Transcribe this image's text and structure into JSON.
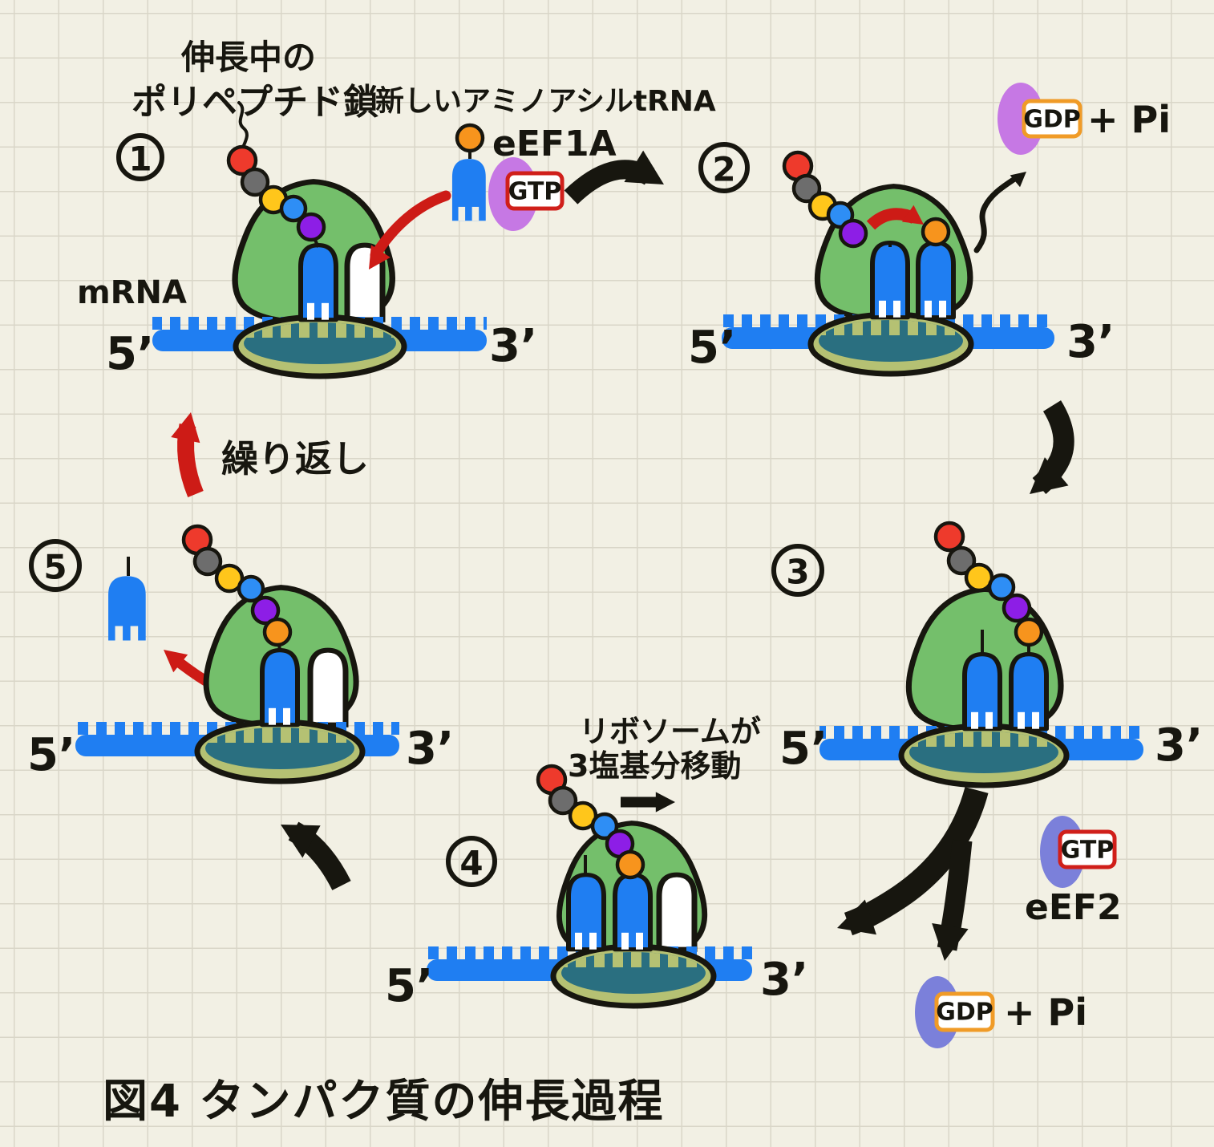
{
  "figure": {
    "caption": "図4 タンパク質の伸長過程",
    "background": "#f2f0e4",
    "grid_color": "#d9d6c8"
  },
  "shared": {
    "mrna_label": "mRNA",
    "five_prime": "5’",
    "three_prime": "3’"
  },
  "steps": [
    {
      "number": "1",
      "annotations": {
        "polypeptide_line1": "伸長中の",
        "polypeptide_line2": "ポリペプチド鎖",
        "new_aminoacyl_trna": "新しいアミノアシルtRNA",
        "factor": "eEF1A",
        "gtp": "GTP"
      }
    },
    {
      "number": "2",
      "annotations": {
        "gdp": "GDP",
        "plus_pi": "+ Pi"
      }
    },
    {
      "number": "3",
      "annotations": {}
    },
    {
      "number": "4",
      "annotations": {
        "move_line1": "リボソームが",
        "move_line2": "3塩基分移動"
      }
    },
    {
      "number": "5",
      "annotations": {
        "repeat": "繰り返し"
      }
    }
  ],
  "eef2_panel": {
    "factor": "eEF2",
    "gtp": "GTP",
    "gdp": "GDP",
    "plus_pi": "+ Pi"
  },
  "colors": {
    "ribosome_large_subunit": "#74bf6b",
    "ribosome_small_subunit_rim": "#b5c173",
    "ribosome_small_subunit_core": "#2a6f80",
    "mrna": "#1f7ef2",
    "trna": "#1f7ef2",
    "amino_acid_chain": [
      "#ee3a2c",
      "#6d6d6d",
      "#ffc61b",
      "#2e8ef5",
      "#8d1ee6",
      "#f7941d"
    ],
    "eef1a": "#c678e4",
    "eef2": "#7b80da",
    "gtp_box": "#d01f1a",
    "gdp_box": "#f09b27",
    "red_arrow": "#cd1b16",
    "ink": "#17160f"
  }
}
